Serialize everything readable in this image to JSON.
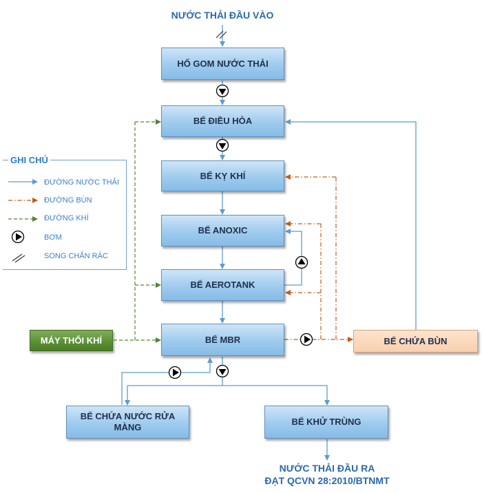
{
  "diagram": {
    "input_label": "NƯỚC THẢI ĐẦU VÀO",
    "output_label_line1": "NƯỚC THẢI ĐẦU RA",
    "output_label_line2": "ĐẠT QCVN 28:2010/BTNMT",
    "nodes": {
      "ho_gom": "HỐ GOM NƯỚC THẢI",
      "dieu_hoa": "BỂ ĐIỀU HÒA",
      "ky_khi": "BỂ KỴ KHÍ",
      "anoxic": "BỂ ANOXIC",
      "aerotank": "BỂ AEROTANK",
      "mbr": "BỂ MBR",
      "may_thoi_khi": "MÁY THỔI KHÍ",
      "chua_bun": "BỂ CHỨA BÙN",
      "chua_nuoc_rua": "BỂ CHỨA NƯỚC RỬA MÀNG",
      "khu_trung": "BỂ KHỬ TRÙNG"
    },
    "legend": {
      "title": "GHI CHÚ",
      "items": [
        {
          "label": "ĐƯỜNG NƯỚC THẢI",
          "icon": "blue-arrow-line-icon"
        },
        {
          "label": "ĐƯỜNG BÙN",
          "icon": "orange-dash-dot-arrow-icon"
        },
        {
          "label": "ĐƯỜNG KHÍ",
          "icon": "green-dashed-arrow-icon"
        },
        {
          "label": "BƠM",
          "icon": "pump-icon"
        },
        {
          "label": "SONG CHẮN RÁC",
          "icon": "screen-icon"
        }
      ]
    },
    "colors": {
      "water_line": "#5b9bd5",
      "sludge_line": "#c55a11",
      "air_line": "#548235",
      "box_fill": "#9ecbee",
      "blower_fill": "#5b8f33",
      "sludge_tank_fill": "#f9d0b0"
    }
  }
}
